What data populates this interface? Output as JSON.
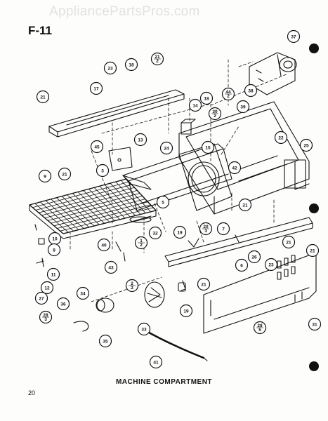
{
  "watermark": "AppliancePartsPros.com",
  "figure_id": "F-11",
  "caption": "MACHINE COMPARTMENT",
  "page_number": "20",
  "callouts": [
    {
      "id": "c37",
      "label": "37"
    },
    {
      "id": "c23a",
      "label": "23"
    },
    {
      "id": "c18a",
      "label": "18"
    },
    {
      "id": "c21_2a",
      "label": "21\n2"
    },
    {
      "id": "c21a",
      "label": "21"
    },
    {
      "id": "c17",
      "label": "17"
    },
    {
      "id": "c44_2",
      "label": "44\n2"
    },
    {
      "id": "c38",
      "label": "38"
    },
    {
      "id": "c39",
      "label": "39"
    },
    {
      "id": "c14",
      "label": "14"
    },
    {
      "id": "c18b",
      "label": "18"
    },
    {
      "id": "c30_2",
      "label": "30\n2"
    },
    {
      "id": "c13",
      "label": "13"
    },
    {
      "id": "c24",
      "label": "24"
    },
    {
      "id": "c15a",
      "label": "15"
    },
    {
      "id": "c22",
      "label": "22"
    },
    {
      "id": "c25",
      "label": "25"
    },
    {
      "id": "c21b",
      "label": "21"
    },
    {
      "id": "c45",
      "label": "45"
    },
    {
      "id": "c9",
      "label": "9"
    },
    {
      "id": "c3",
      "label": "3"
    },
    {
      "id": "c42",
      "label": "42"
    },
    {
      "id": "c5",
      "label": "5"
    },
    {
      "id": "c21c",
      "label": "21"
    },
    {
      "id": "c32",
      "label": "32"
    },
    {
      "id": "c19a",
      "label": "19"
    },
    {
      "id": "c20_3",
      "label": "20\n3"
    },
    {
      "id": "c7",
      "label": "7"
    },
    {
      "id": "c10",
      "label": "10"
    },
    {
      "id": "c8",
      "label": "8"
    },
    {
      "id": "c40",
      "label": "40"
    },
    {
      "id": "c1_2",
      "label": "1\n2"
    },
    {
      "id": "c26",
      "label": "26"
    },
    {
      "id": "c23b",
      "label": "23"
    },
    {
      "id": "c21d",
      "label": "21"
    },
    {
      "id": "c6",
      "label": "6"
    },
    {
      "id": "c21e",
      "label": "21"
    },
    {
      "id": "c11",
      "label": "11"
    },
    {
      "id": "c43",
      "label": "43"
    },
    {
      "id": "c12",
      "label": "12"
    },
    {
      "id": "c2_2",
      "label": "2\n2"
    },
    {
      "id": "c21f",
      "label": "21"
    },
    {
      "id": "c19b",
      "label": "19"
    },
    {
      "id": "c27",
      "label": "27"
    },
    {
      "id": "c34",
      "label": "34"
    },
    {
      "id": "c36",
      "label": "36"
    },
    {
      "id": "c28_3",
      "label": "28\n3"
    },
    {
      "id": "c35",
      "label": "35"
    },
    {
      "id": "c33",
      "label": "33"
    },
    {
      "id": "c28_5",
      "label": "28\n5"
    },
    {
      "id": "c31",
      "label": "31"
    },
    {
      "id": "c41",
      "label": "41"
    }
  ]
}
